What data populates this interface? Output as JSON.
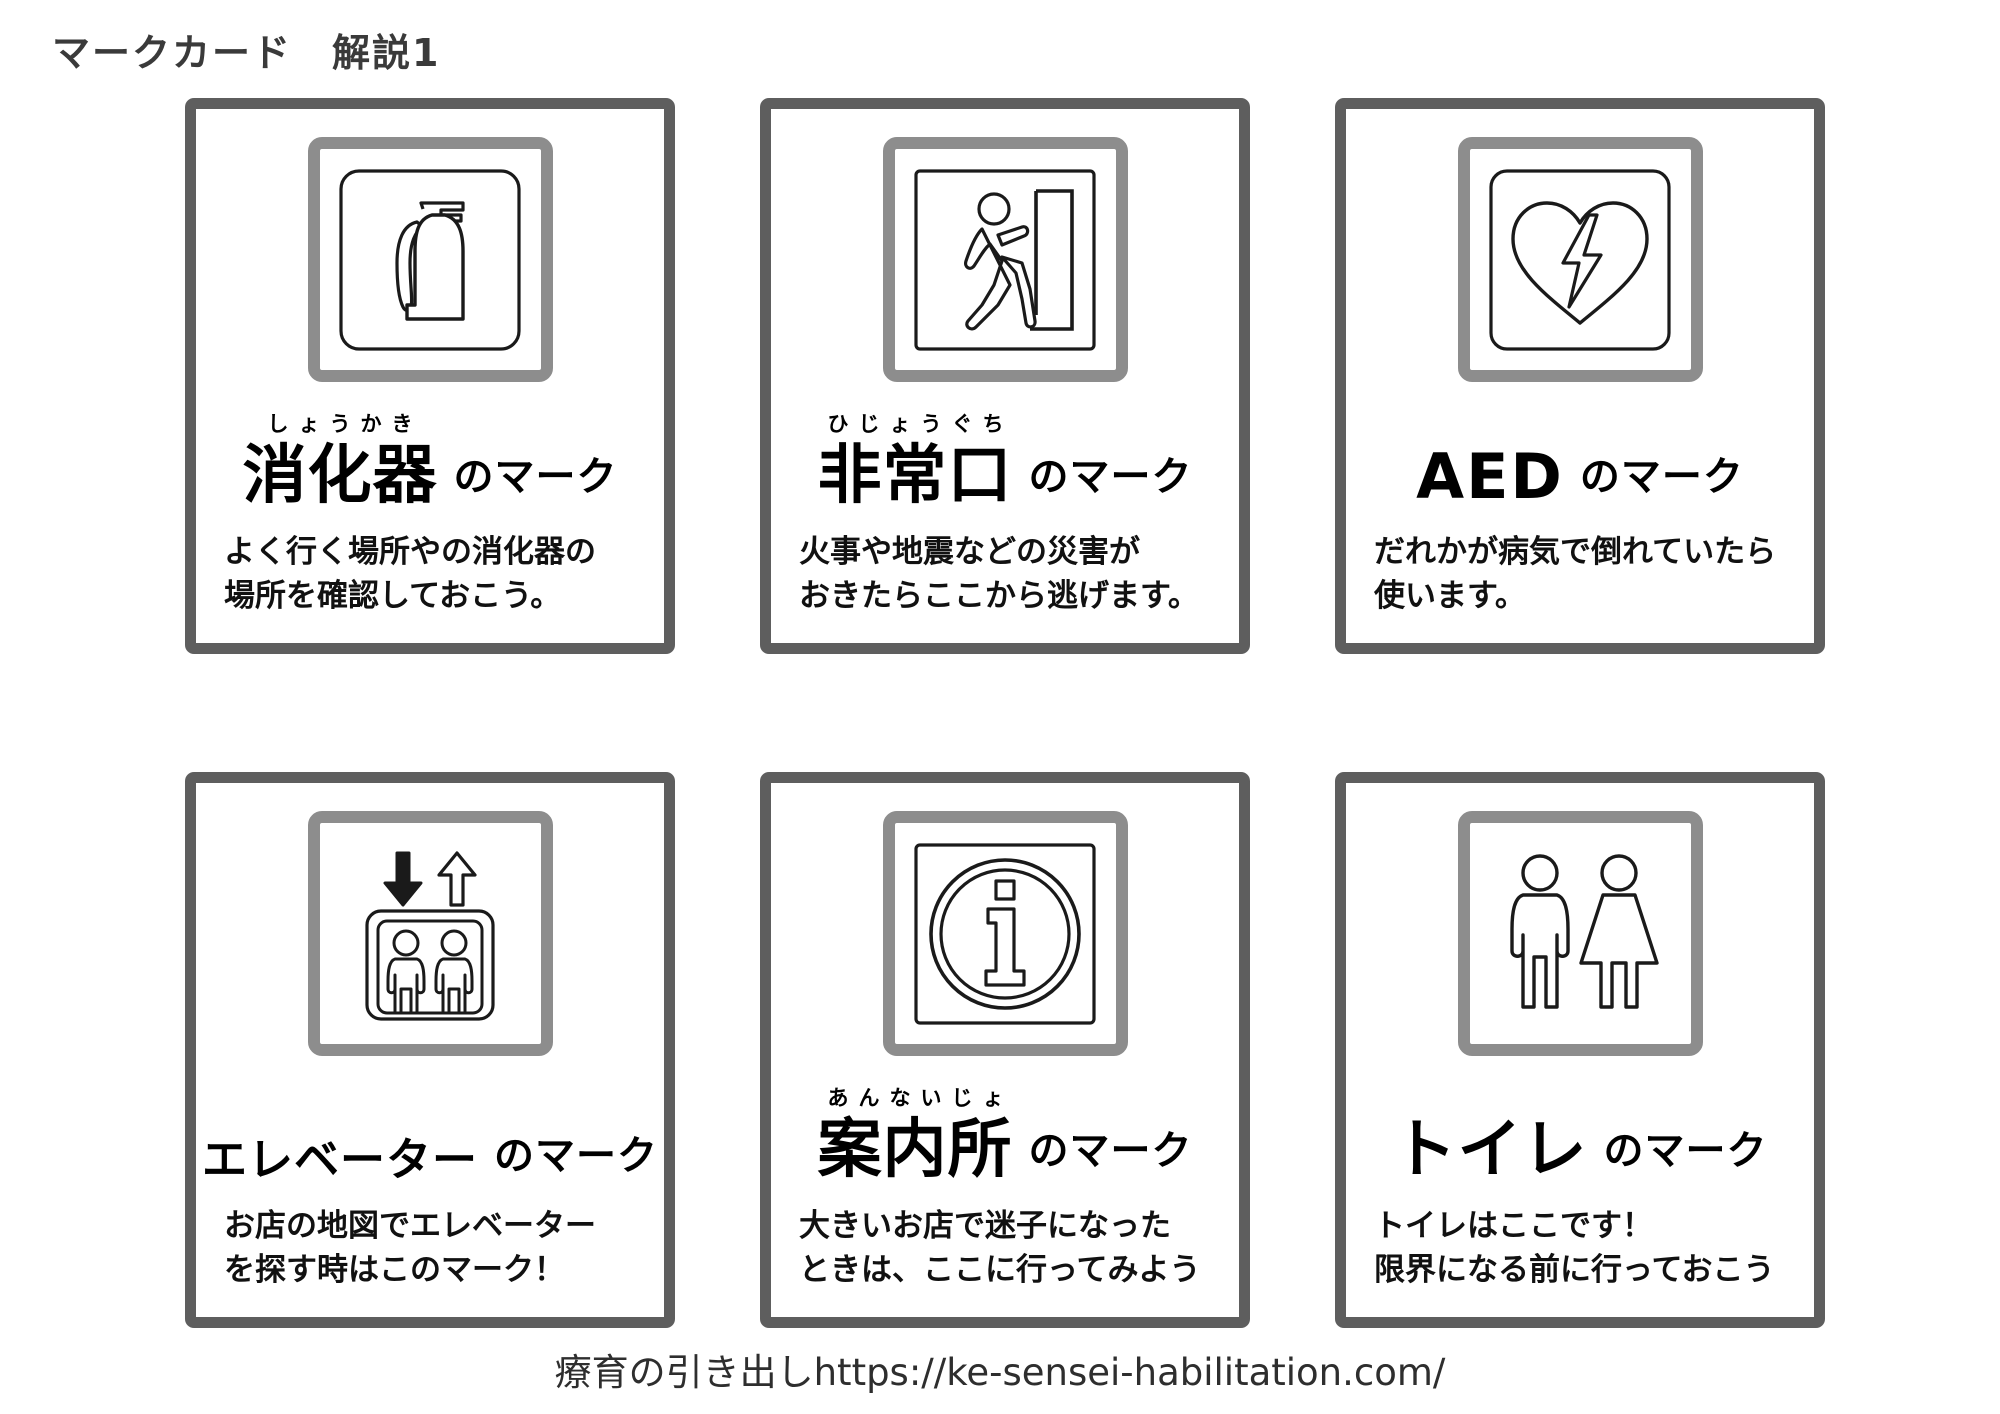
{
  "header": {
    "title": "マークカード　解説1"
  },
  "footer": {
    "credit": "療育の引き出しhttps://ke-sensei-habilitation.com/"
  },
  "suffix_label": "のマーク",
  "cards": [
    {
      "icon": "fire-extinguisher-icon",
      "ruby": "しょうかき",
      "title": "消化器",
      "suffix": "のマーク",
      "desc_line1": "よく行く場所やの消化器の",
      "desc_line2": "場所を確認しておこう。"
    },
    {
      "icon": "emergency-exit-icon",
      "ruby": "ひじょうぐち",
      "title": "非常口",
      "suffix": "のマーク",
      "desc_line1": "火事や地震などの災害が",
      "desc_line2": "おきたらここから逃げます。"
    },
    {
      "icon": "aed-heart-icon",
      "ruby": "",
      "title": "AED",
      "suffix": "のマーク",
      "desc_line1": "だれかが病気で倒れていたら",
      "desc_line2": "使います。"
    },
    {
      "icon": "elevator-icon",
      "ruby": "",
      "title": "エレベーター",
      "suffix": "のマーク",
      "desc_line1": "お店の地図でエレベーター",
      "desc_line2": "を探す時はこのマーク！"
    },
    {
      "icon": "information-icon",
      "ruby": "あんないじょ",
      "title": "案内所",
      "suffix": "のマーク",
      "desc_line1": "大きいお店で迷子になった",
      "desc_line2": "ときは、ここに行ってみよう"
    },
    {
      "icon": "restroom-icon",
      "ruby": "",
      "title": "トイレ",
      "suffix": "のマーク",
      "desc_line1": "トイレはここです！",
      "desc_line2": "限界になる前に行っておこう"
    }
  ],
  "colors": {
    "card_border": "#5e5e5e",
    "icon_frame": "#8d8d8d",
    "title_text": "#3a3a3a",
    "body_text": "#111111",
    "background": "#ffffff"
  }
}
